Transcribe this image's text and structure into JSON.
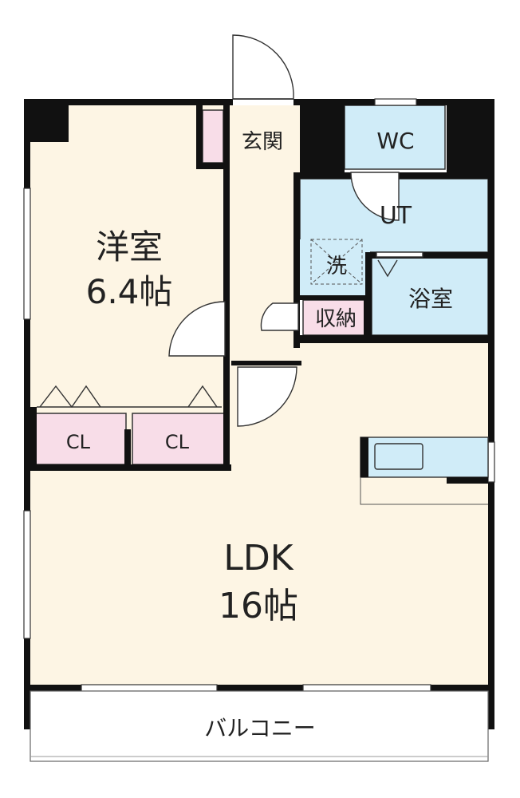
{
  "rooms": {
    "western": {
      "name": "洋室",
      "size": "6.4帖"
    },
    "ldk": {
      "name": "LDK",
      "size": "16帖"
    },
    "entrance": "玄関",
    "wc": "WC",
    "utility": "UT",
    "washer": "洗",
    "bath": "浴室",
    "storage": "収納",
    "closet_left": "CL",
    "closet_right": "CL",
    "balcony": "バルコニー"
  },
  "colors": {
    "wall": "#111111",
    "room_floor": "#fdf5e4",
    "wet_area": "#d0ecf8",
    "closet": "#f8dde8",
    "outline": "#333333"
  }
}
